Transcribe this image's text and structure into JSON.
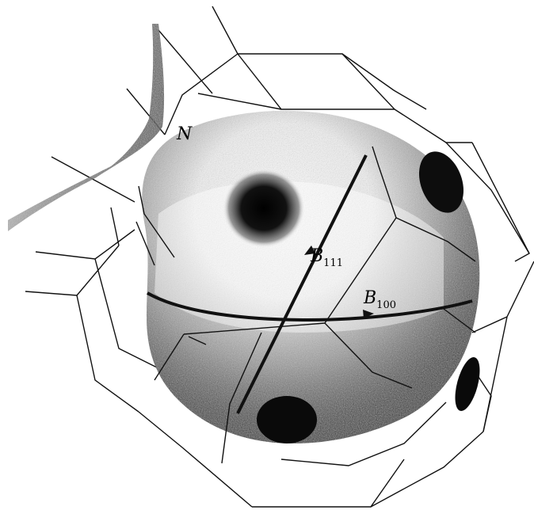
{
  "labels": {
    "neck": "N",
    "b111_main": "B",
    "b111_sub": "111",
    "b100_main": "B",
    "b100_sub": "100"
  },
  "colors": {
    "line": "#111111",
    "surface_dark": "#1a1a1a",
    "surface_light": "#ffffff"
  }
}
